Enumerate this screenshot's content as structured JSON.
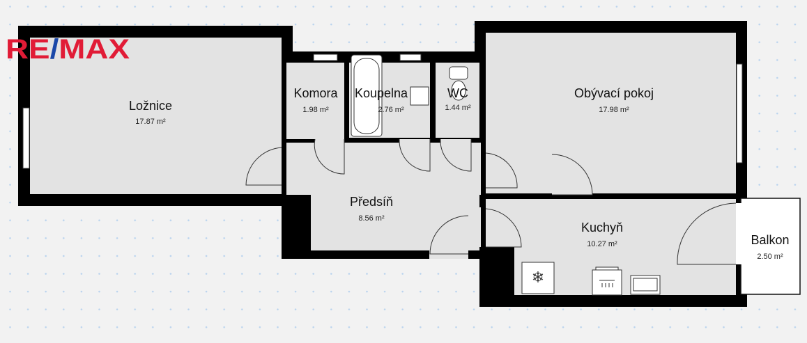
{
  "logo": {
    "text": "RE/MAX",
    "part1": "RE",
    "slash": "/",
    "part2": "MAX",
    "red": "#e11b36",
    "blue": "#1a47a8"
  },
  "colors": {
    "wall": "#000000",
    "floor": "#e3e3e3",
    "background": "#f2f2f2",
    "grid_dot": "#b9d3ee",
    "balcony": "#ffffff"
  },
  "rooms": [
    {
      "name": "Ložnice",
      "area": "17.87 m²"
    },
    {
      "name": "Komora",
      "area": "1.98 m²"
    },
    {
      "name": "Koupelna",
      "area": "2.76 m²"
    },
    {
      "name": "WC",
      "area": "1.44 m²"
    },
    {
      "name": "Obývací pokoj",
      "area": "17.98 m²"
    },
    {
      "name": "Předsíň",
      "area": "8.56 m²"
    },
    {
      "name": "Kuchyň",
      "area": "10.27 m²"
    },
    {
      "name": "Balkon",
      "area": "2.50 m²"
    }
  ]
}
